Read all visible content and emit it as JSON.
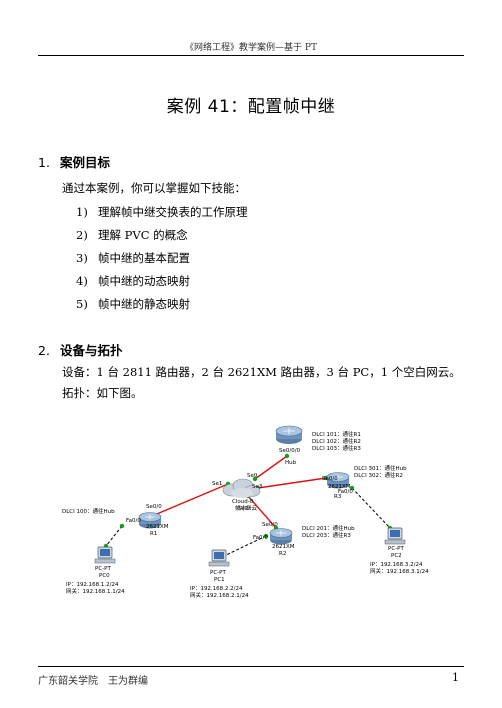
{
  "header": "《网络工程》教学案例—基于 PT",
  "title": "案例 41：配置帧中继",
  "sections": [
    {
      "num": "1.",
      "heading": "案例目标"
    },
    {
      "num": "2.",
      "heading": "设备与拓扑"
    }
  ],
  "goal_intro": "通过本案例，你可以掌握如下技能：",
  "goals": [
    {
      "n": "1)",
      "text": "理解帧中继交换表的工作原理"
    },
    {
      "n": "2)",
      "text": "理解 PVC 的概念"
    },
    {
      "n": "3)",
      "text": "帧中继的基本配置"
    },
    {
      "n": "4)",
      "text": "帧中继的动态映射"
    },
    {
      "n": "5)",
      "text": "帧中继的静态映射"
    }
  ],
  "equipment": "设备：1 台 2811 路由器，2 台 2621XM 路由器，3 台 PC，1 个空白网云。",
  "topology_label": "拓扑：如下图。",
  "diagram": {
    "hub": {
      "port": "Se0/0/0",
      "model": "",
      "name": "Hub",
      "dlci": [
        "DLCI 101：通往R1",
        "DLCI 102：通往R2",
        "DLCI 103：通往R3"
      ]
    },
    "cloud": {
      "name": "Cloud-0",
      "sub": "帧中继云",
      "ports": [
        "Se0",
        "Se1",
        "Se2",
        "Se3"
      ]
    },
    "r1": {
      "port_serial": "Se0/0",
      "port_fa": "Fa0/0",
      "model": "2621XM",
      "name": "R1",
      "dlci": [
        "DLCI 100：通往Hub"
      ]
    },
    "r2": {
      "port_serial": "Se0/0",
      "port_fa": "Fa0/0",
      "model": "2621XM",
      "name": "R2",
      "dlci": [
        "DLCI 201：通往Hub",
        "DLCI 203：通往R3"
      ]
    },
    "r3": {
      "port_serial": "Se0/0",
      "port_fa": "Fa0/0",
      "model": "2621XM",
      "name": "R3",
      "dlci": [
        "DLCI 301：通往Hub",
        "DLCI 302：通往R2"
      ]
    },
    "pc0": {
      "type": "PC-PT",
      "name": "PC0",
      "ip": "IP：192.168.1.2/24",
      "gw": "网关：192.168.1.1/24"
    },
    "pc1": {
      "type": "PC-PT",
      "name": "PC1",
      "ip": "IP：192.168.2.2/24",
      "gw": "网关：192.168.2.1/24"
    },
    "pc2": {
      "type": "PC-PT",
      "name": "PC2",
      "ip": "IP：192.168.3.2/24",
      "gw": "网关：192.168.3.1/24"
    }
  },
  "footer": {
    "left": "广东韶关学院　王为群编",
    "page": "1"
  }
}
